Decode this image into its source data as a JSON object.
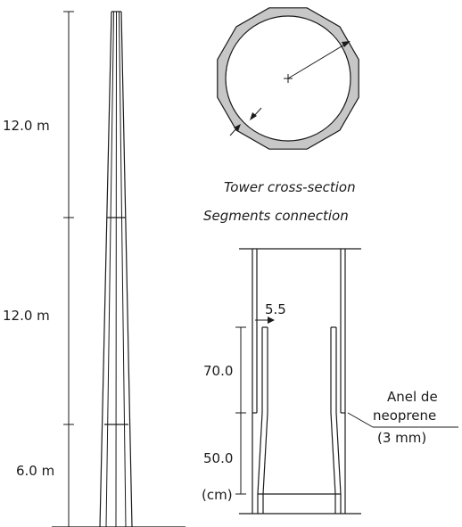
{
  "tower": {
    "dimensions": [
      "12.0 m",
      "12.0 m",
      "6.0 m"
    ]
  },
  "cross_section": {
    "caption": "Tower cross-section"
  },
  "connection": {
    "caption": "Segments connection",
    "gap_label": "5.5",
    "overlap_label": "70.0",
    "lower_label": "50.0",
    "unit_label": "(cm)",
    "ring_label_line1": "Anel de",
    "ring_label_line2": "neoprene",
    "ring_label_line3": "(3 mm)"
  }
}
